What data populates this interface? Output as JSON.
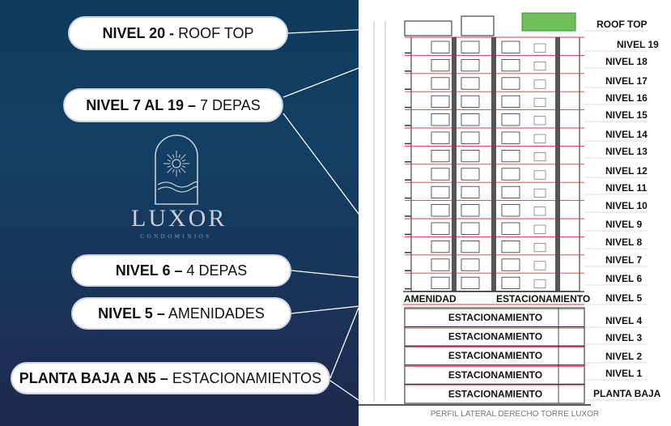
{
  "labels": [
    {
      "bold": "NIVEL 20 -",
      "rest": " ROOF TOP"
    },
    {
      "bold": "NIVEL 7 AL 19 –",
      "rest": " 7 DEPAS"
    },
    {
      "bold": "NIVEL 6 –",
      "rest": " 4 DEPAS"
    },
    {
      "bold": "NIVEL 5 –",
      "rest": " AMENIDADES"
    },
    {
      "bold": "PLANTA BAJA A N5 –",
      "rest": " ESTACIONAMIENTOS"
    }
  ],
  "logo": {
    "name": "LUXOR",
    "subtitle": "CONDOMINIOS"
  },
  "levels": [
    "ROOF TOP",
    "NIVEL 19",
    "NIVEL 18",
    "NIVEL 17",
    "NIVEL 16",
    "NIVEL 15",
    "NIVEL 14",
    "NIVEL 13",
    "NIVEL 12",
    "NIVEL 11",
    "NIVEL 10",
    "NIVEL 9",
    "NIVEL 8",
    "NIVEL 7",
    "NIVEL 6",
    "NIVEL 5",
    "NIVEL 4",
    "NIVEL 3",
    "NIVEL 2",
    "NIVEL 1",
    "PLANTA BAJA"
  ],
  "level5_areas": {
    "left": "AMENIDAD",
    "right": "ESTACIONAMIENTO"
  },
  "parking_floors": [
    "ESTACIONAMIENTO",
    "ESTACIONAMIENTO",
    "ESTACIONAMIENTO",
    "ESTACIONAMIENTO",
    "ESTACIONAMIENTO"
  ],
  "caption": "PERFIL LATERAL DERECHO TORRE LUXOR",
  "colors": {
    "accent_red": "#d83a3a",
    "roof_green": "#6fbf5a",
    "line": "#222222"
  }
}
